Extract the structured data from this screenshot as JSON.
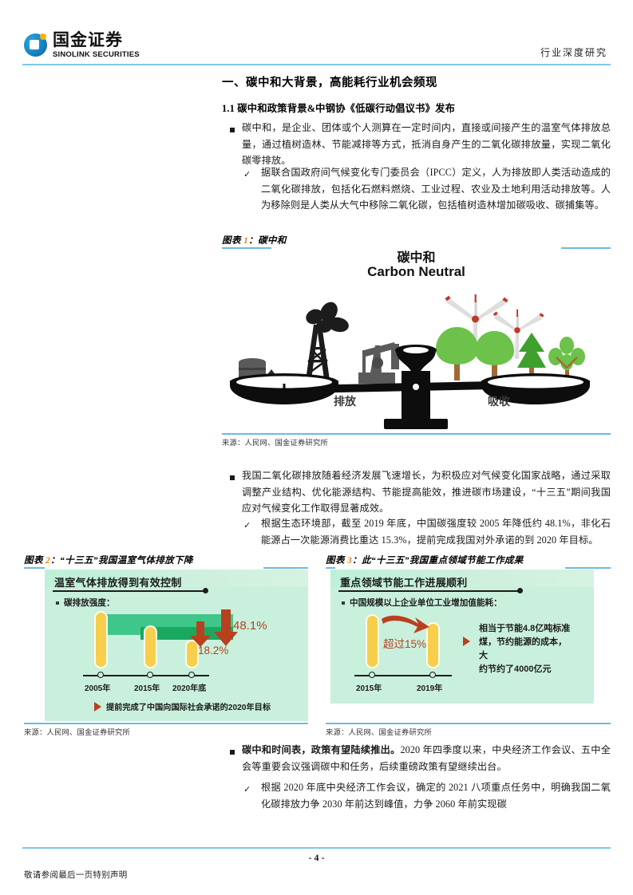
{
  "header": {
    "logo_cn": "国金证券",
    "logo_en": "SINOLINK SECURITIES",
    "right_label": "行业深度研究",
    "accent_color": "#7ec8ea"
  },
  "section": {
    "title": "一、碳中和大背景，高能耗行业机会频现",
    "subtitle": "1.1 碳中和政策背景&中钢协《低碳行动倡议书》发布"
  },
  "paragraphs": [
    {
      "marker": "square",
      "text": "碳中和，是企业、团体或个人测算在一定时间内，直接或间接产生的温室气体排放总量，通过植树造林、节能减排等方式，抵消自身产生的二氧化碳排放量，实现二氧化碳零排放。"
    },
    {
      "marker": "check",
      "text": "据联合国政府间气候变化专门委员会（IPCC）定义，人为排放即人类活动造成的二氧化碳排放，包括化石燃料燃烧、工业过程、农业及土地利用活动排放等。人为移除则是人类从大气中移除二氧化碳，包括植树造林增加碳吸收、碳捕集等。"
    },
    {
      "marker": "square",
      "text": "我国二氧化碳排放随着经济发展飞速增长，为积极应对气候变化国家战略，通过采取调整产业结构、优化能源结构、节能提高能效，推进碳市场建设，“十三五”期间我国应对气候变化工作取得显著成效。"
    },
    {
      "marker": "check",
      "text": "根据生态环境部，截至 2019 年底，中国碳强度较 2005 年降低约 48.1%，非化石能源占一次能源消费比重达 15.3%，提前完成我国对外承诺的到 2020 年目标。"
    }
  ],
  "closing_paragraphs": [
    {
      "marker": "square",
      "lead": "碳中和时间表，政策有望陆续推出。",
      "text": "2020 年四季度以来，中央经济工作会议、五中全会等重要会议强调碳中和任务，后续重磅政策有望继续出台。"
    },
    {
      "marker": "check",
      "text": "根据 2020 年底中央经济工作会议，确定的 2021 八项重点任务中，明确我国二氧化碳排放力争 2030 年前达到峰值，力争 2060 年前实现碳"
    }
  ],
  "exhibit1": {
    "caption_prefix": "图表 ",
    "caption_num": "1",
    "caption_text": "：碳中和",
    "title_cn": "碳中和",
    "title_en": "Carbon Neutral",
    "left_label": "排放",
    "right_label": "吸收",
    "source": "来源：人民网、国金证券研究所"
  },
  "exhibit2": {
    "caption_prefix": "图表 ",
    "caption_num": "2",
    "caption_text": "：“十三五”我国温室气体排放下降",
    "source": "来源：人民网、国金证券研究所"
  },
  "exhibit3": {
    "caption_prefix": "图表 ",
    "caption_num": "3",
    "caption_text": "：此“十三五”我国重点领域节能工作成果",
    "source": "来源：人民网、国金证券研究所"
  },
  "footer": {
    "page_number": "- 4 -",
    "note": "敬请参阅最后一页特别声明"
  },
  "chart_data": [
    {
      "type": "bar",
      "title": "温室气体排放得到有效控制",
      "subtitle": "碳排放强度：",
      "categories": [
        "2005年",
        "2015年",
        "2020年底"
      ],
      "values": [
        100,
        81.8,
        51.9
      ],
      "annotations": [
        {
          "label": "48.1%",
          "meaning": "2020年底较2005年碳强度降低幅度",
          "color": "#b8401f"
        },
        {
          "label": "18.2%",
          "meaning": "2015年较2005年碳强度降低幅度",
          "color": "#b8401f"
        }
      ],
      "footnote": "提前完成了中国向国际社会承诺的2020年目标",
      "xlabel": "",
      "ylabel": "碳排放强度",
      "background_color": "#c9f0dc",
      "bar_color": "#f7cf4d",
      "band_color": "#3fc78b",
      "grid": false,
      "legend": "none"
    },
    {
      "type": "bar",
      "title": "重点领域节能工作进展顺利",
      "subtitle": "中国规模以上企业单位工业增加值能耗：",
      "categories": [
        "2015年",
        "2019年"
      ],
      "values": [
        100,
        85
      ],
      "annotations": [
        {
          "label": "超过15%",
          "meaning": "2019年较2015年单位工业增加值能耗下降幅度",
          "color": "#b8401f"
        }
      ],
      "side_note_lines": [
        "相当于节能4.8亿吨标准",
        "煤，节约能源的成本，大",
        "约节约了4000亿元"
      ],
      "side_note_highlights": [
        "4.8亿",
        "4000亿"
      ],
      "xlabel": "",
      "ylabel": "单位工业增加值能耗",
      "background_color": "#c9f0dc",
      "bar_color": "#f7cf4d",
      "grid": false,
      "legend": "none"
    }
  ]
}
